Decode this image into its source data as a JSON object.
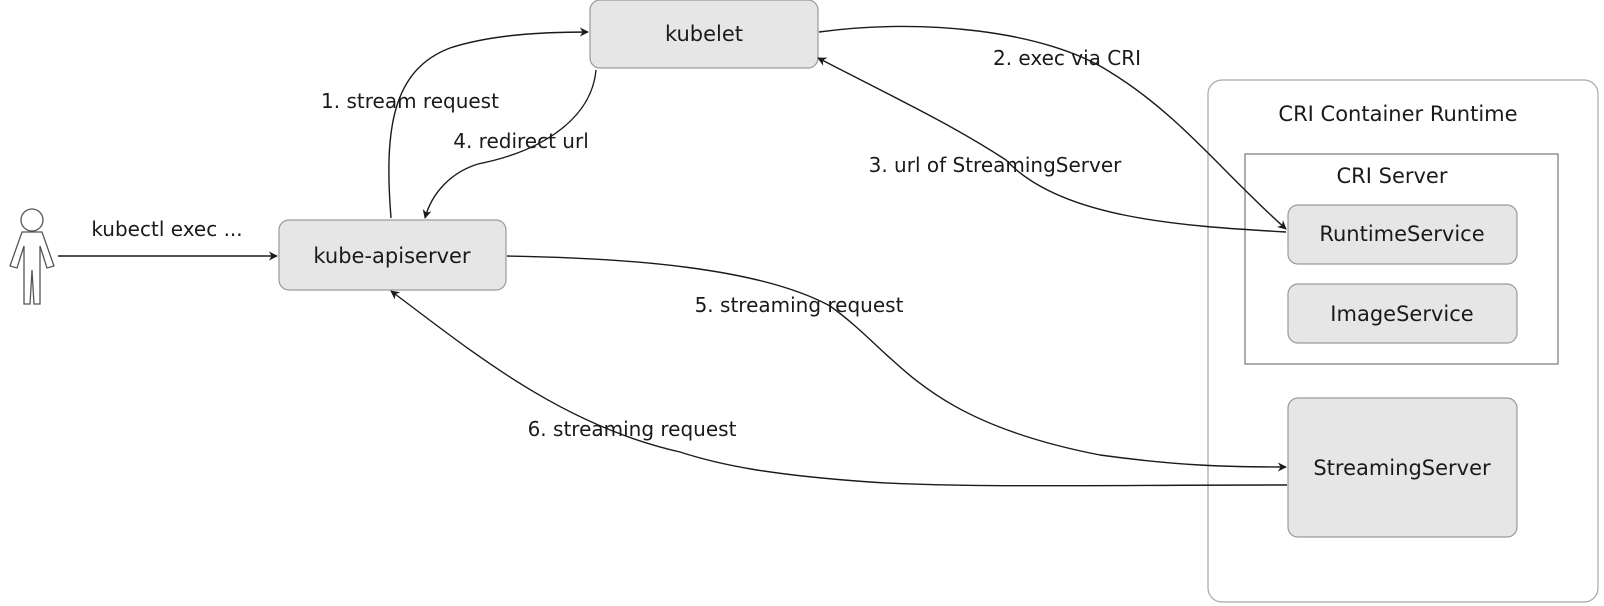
{
  "nodes": {
    "kubelet": "kubelet",
    "apiserver": "kube-apiserver",
    "runtime_service": "RuntimeService",
    "image_service": "ImageService",
    "streaming_server": "StreamingServer"
  },
  "groups": {
    "container_runtime": "CRI Container Runtime",
    "cri_server": "CRI Server"
  },
  "edges": {
    "user_command": "kubectl exec ...",
    "step1": "1. stream request",
    "step2": "2.  exec via CRI",
    "step3": "3. url of StreamingServer",
    "step4": "4. redirect url",
    "step5": "5. streaming request",
    "step6": "6. streaming request"
  }
}
